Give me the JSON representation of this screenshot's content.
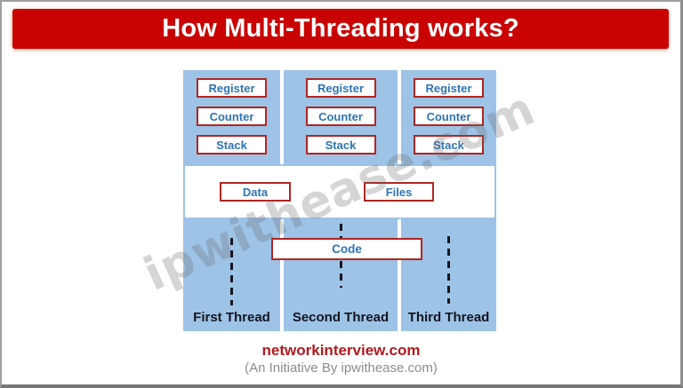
{
  "header": {
    "title": "How Multi-Threading works?"
  },
  "watermark": {
    "text": "ipwithease.com"
  },
  "diagram": {
    "columns": [
      {
        "thread_label": "First Thread",
        "boxes": [
          "Register",
          "Counter",
          "Stack"
        ]
      },
      {
        "thread_label": "Second Thread",
        "boxes": [
          "Register",
          "Counter",
          "Stack"
        ]
      },
      {
        "thread_label": "Third Thread",
        "boxes": [
          "Register",
          "Counter",
          "Stack"
        ]
      }
    ],
    "shared_sections": {
      "data": "Data",
      "files": "Files",
      "code": "Code"
    }
  },
  "footer": {
    "site": "networkinterview.com",
    "tagline": "(An Initiative By ipwithease.com)"
  },
  "colors": {
    "banner_red": "#C90202",
    "panel_blue": "#9DC3E6",
    "box_border_red": "#B02622",
    "box_text_blue": "#2E74B5",
    "thread_text": "#15151F",
    "footer_red": "#B2191E",
    "footer_gray": "#8c8c8c"
  }
}
